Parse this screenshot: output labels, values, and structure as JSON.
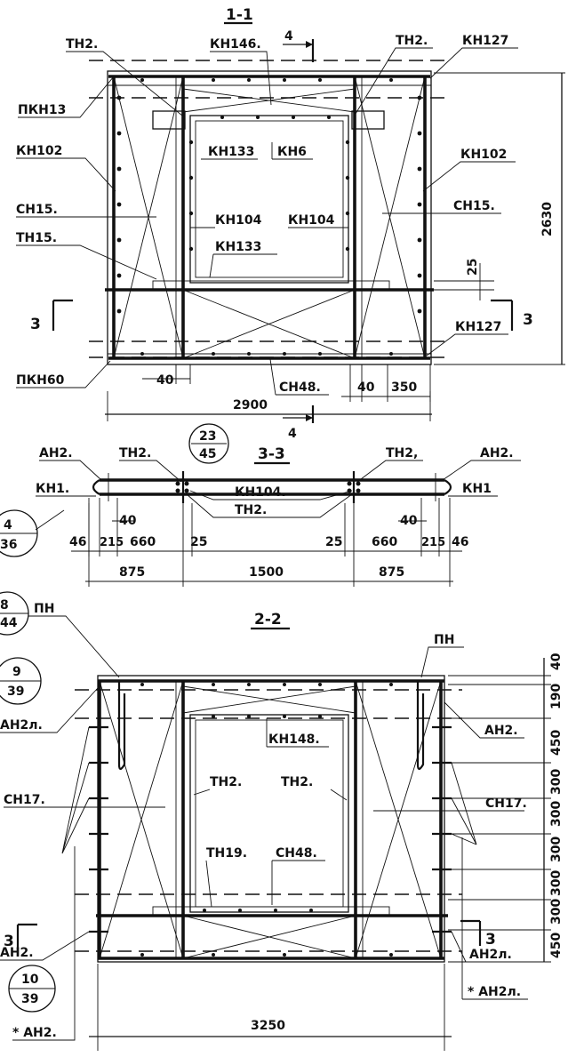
{
  "sections": {
    "s11": {
      "title": "1-1",
      "labels": {
        "th2_left": "ТН2.",
        "kn146": "КН146.",
        "th2_right": "ТН2.",
        "kn127_top": "КН127",
        "pkn13": "ПКН13",
        "kn102_left": "КН102",
        "kn102_right": "КН102",
        "kn133_top": "КН133",
        "kn6": "КН6",
        "sn15_left": "СН15.",
        "sn15_right": "СН15.",
        "kn104_left": "КН104",
        "kn104_right": "КН104",
        "th15": "ТН15.",
        "kn133_bottom": "КН133",
        "kn127_bottom": "КН127",
        "pkn60": "ПКН60",
        "sn48": "СН48.",
        "cut3_left": "3",
        "cut3_right": "3",
        "cut4_top": "4",
        "cut4_bottom": "4"
      },
      "dims": {
        "d2630": "2630",
        "d25": "25",
        "d40_left": "40",
        "d40_right": "40",
        "d350": "350",
        "d2900": "2900"
      }
    },
    "s33": {
      "title": "3-3",
      "labels": {
        "an2_left": "АН2.",
        "th2_top_left": "ТН2.",
        "th2_top_right": "ТН2,",
        "an2_right": "АН2.",
        "kn1_left": "КН1.",
        "kn1_right": "КН1",
        "kn104": "КН104.",
        "th2_bottom": "ТН2."
      },
      "callout": {
        "top": "23",
        "bottom": "45"
      },
      "dims": {
        "d40_left": "40",
        "d40_right": "40",
        "d46_left": "46",
        "d215_left": "215",
        "d660_left": "660",
        "d25_left": "25",
        "d25_right": "25",
        "d660_right": "660",
        "d215_right": "215",
        "d46_right": "46",
        "d875_left": "875",
        "d1500": "1500",
        "d875_right": "875"
      }
    },
    "side_callouts": [
      {
        "top": "4",
        "bottom": "36"
      },
      {
        "top": "8",
        "bottom": "44"
      },
      {
        "top": "9",
        "bottom": "39"
      },
      {
        "top": "10",
        "bottom": "39"
      }
    ],
    "s22": {
      "title": "2-2",
      "labels": {
        "pn_left": "ПН",
        "pn_right": "ПН",
        "an2l_left": "АН2л.",
        "an2_right": "АН2.",
        "kn148": "КН148.",
        "th2_left": "ТН2.",
        "th2_right": "ТН2.",
        "sn17_left": "СН17.",
        "sn17_right": "СН17.",
        "th19": "ТН19.",
        "sn48": "СН48.",
        "cut3_left": "3",
        "cut3_right": "3",
        "an2_left_bottom": "АН2.",
        "an2l_right_bottom": "АН2л.",
        "star_an2l": "* АН2л.",
        "star_an2": "* АН2."
      },
      "dims": {
        "d40": "40",
        "d190": "190",
        "d450_top": "450",
        "d300_1": "300",
        "d300_2": "300",
        "d300_3": "300",
        "d300_4": "300",
        "d300_5": "300",
        "d450_bottom": "450",
        "d3250": "3250"
      }
    }
  }
}
